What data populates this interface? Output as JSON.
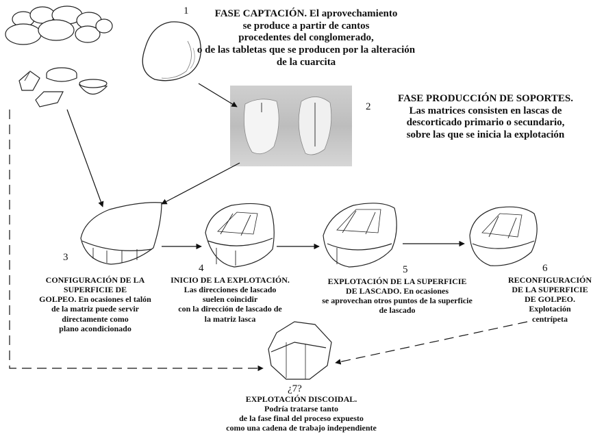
{
  "steps": [
    {
      "num": "1",
      "lines": [
        "FASE CAPTACIÓN. El aprovechamiento",
        "se produce a partir de cantos",
        "procedentes del conglomerado,",
        "o de las tabletas que se producen  por la alteración",
        "de la cuarcita"
      ]
    },
    {
      "num": "2",
      "lines": [
        "FASE PRODUCCIÓN DE SOPORTES.",
        "Las matrices consisten en lascas de",
        "descorticado primario o secundario,",
        "sobre las que se inicia la explotación"
      ]
    },
    {
      "num": "3",
      "lines": [
        "CONFIGURACIÓN DE LA",
        "SUPERFICIE DE",
        "GOLPEO. En ocasiones el talón",
        "de la matriz puede servir",
        "directamente como",
        "plano acondicionado"
      ]
    },
    {
      "num": "4",
      "lines": [
        "INICIO DE LA EXPLOTACIÓN.",
        "Las direcciones de lascado",
        "suelen coincidir",
        "con la dirección de lascado de",
        "la matriz lasca"
      ]
    },
    {
      "num": "5",
      "lines": [
        "EXPLOTACIÓN DE LA SUPERFICIE",
        "DE LASCADO. En ocasiones",
        "se aprovechan otros puntos de la superficie",
        "de lascado"
      ]
    },
    {
      "num": "6",
      "lines": [
        "RECONFIGURACIÓN",
        "DE LA SUPERFICIE",
        "DE GOLPEO.",
        "Explotación",
        "centrípeta"
      ]
    },
    {
      "num": "¿7?",
      "lines": [
        "EXPLOTACIÓN DISCOIDAL.",
        "Podría tratarse tanto",
        "de la fase final del proceso expuesto",
        "como una cadena de trabajo independiente"
      ]
    }
  ]
}
